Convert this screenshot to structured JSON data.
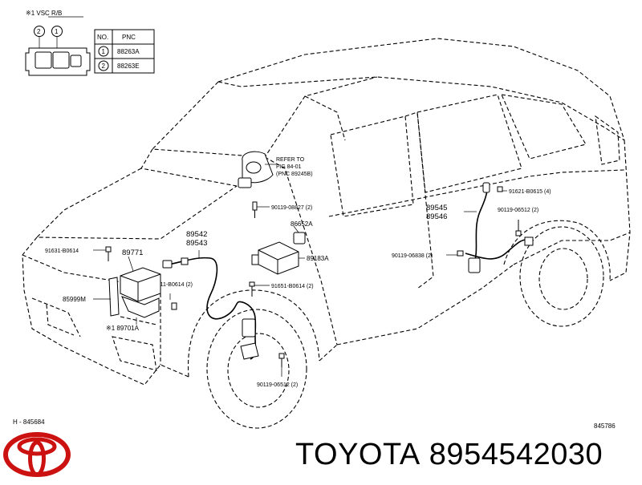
{
  "connector": {
    "title": "※1 VSC R/B",
    "pins": [
      "2",
      "1"
    ]
  },
  "pnc_table": {
    "headers": [
      "NO.",
      "PNC"
    ],
    "rows": [
      {
        "no": "1",
        "pnc": "88263A"
      },
      {
        "no": "2",
        "pnc": "88263E"
      }
    ]
  },
  "refer": {
    "line1": "REFER TO",
    "line2": "FIG 84-01",
    "line3": "(PNC 89245B)"
  },
  "labels": {
    "p91621": "91621-B0615 (4)",
    "p90119a": "90119-08827 (2)",
    "p86652": "86652A",
    "p89545": "89545",
    "p89546": "89546",
    "p90119b": "90119-06512 (2)",
    "p89542": "89542",
    "p89543": "89543",
    "p91631": "91631-B0614",
    "p89771": "89771",
    "p89183": "89183A",
    "p90119c": "90119-06838 (2)",
    "p91611": "91611-B0614 (2)",
    "p91651": "91651-B0614 (2)",
    "p85999": "85999M",
    "p89701": "※1 89701A",
    "p90119d": "90119-06512 (2)"
  },
  "codes": {
    "bottom_left": "H - 845684",
    "bottom_right": "845786"
  },
  "brand": {
    "name": "TOYOTA",
    "part_number": "8954542030",
    "logo": "toyota-logo-icon",
    "logo_color": "#cc1111"
  }
}
